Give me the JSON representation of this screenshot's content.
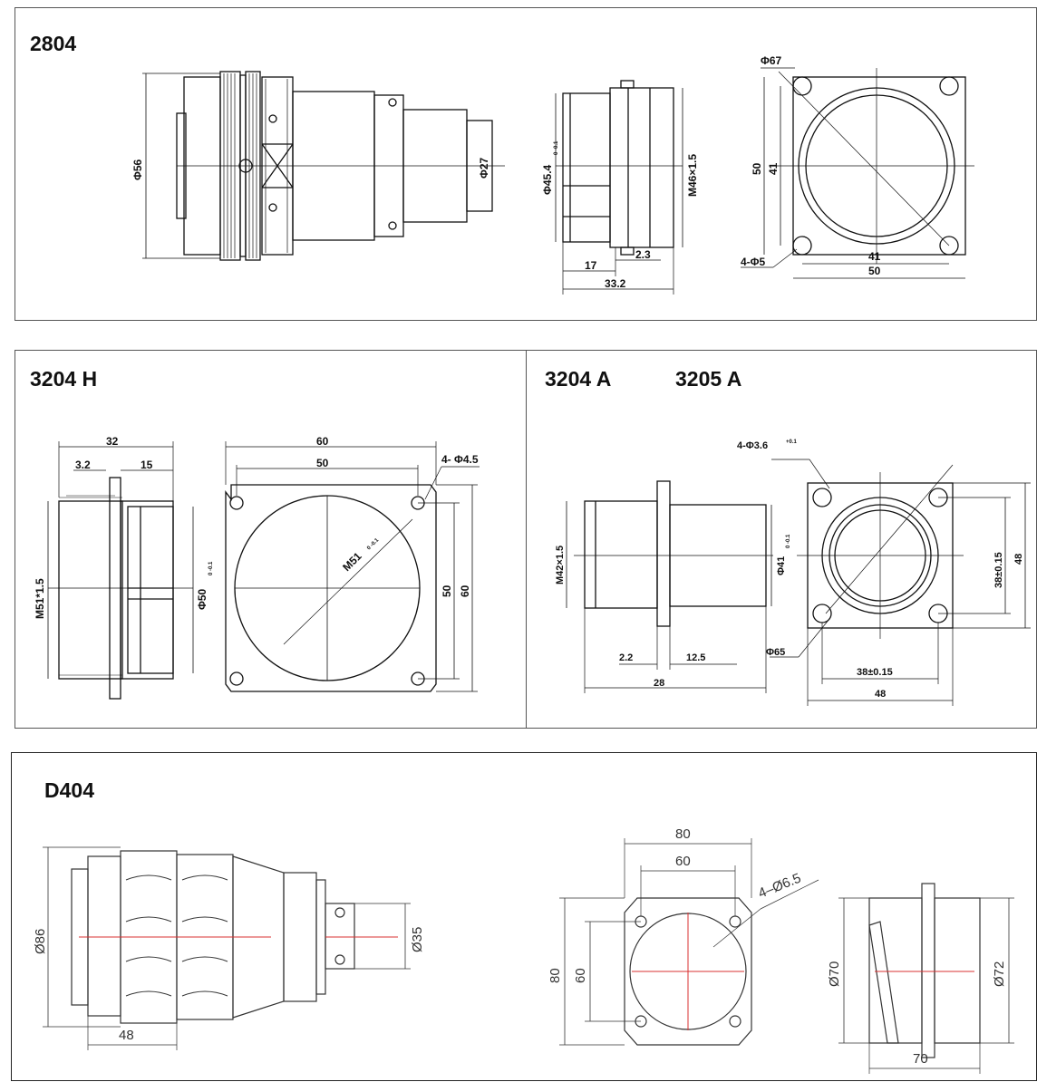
{
  "panels": {
    "p2804": {
      "title": "2804",
      "dims": {
        "dia_56": "Φ56",
        "dia_27": "Φ27",
        "dia_45": "Φ45.4",
        "dia_45_tol": "0 -0.1",
        "m46": "M46×1.5",
        "d17": "17",
        "d2_3": "2.3",
        "d33_2": "33.2",
        "phi67": "Φ67",
        "d50_v": "50",
        "d41_v": "41",
        "d41_h": "41",
        "d50_h": "50",
        "holes": "4-Φ5"
      }
    },
    "p3204h": {
      "title": "3204 H",
      "dims": {
        "d32": "32",
        "d3_2": "3.2",
        "d15": "15",
        "m51": "M51*1.5",
        "phi50": "Φ50",
        "phi50_tol": "0 -0.1",
        "d60_top": "60",
        "d50_top": "50",
        "holes": "4- Φ4.5",
        "m51_diag": "M51",
        "m51_diag_tol": "0 -0.1",
        "d50_v": "50",
        "d60_v": "60"
      }
    },
    "p3204a": {
      "title": "3204 A",
      "title2": "3205 A",
      "dims": {
        "m42": "M42×1.5",
        "phi41": "Φ41",
        "phi41_tol": "0 -0.1",
        "d2_2": "2.2",
        "d12_5": "12.5",
        "d28": "28",
        "holes": "4-Φ3.6",
        "holes_tol": "+0.1",
        "phi65": "Φ65",
        "d38_v": "38±0.15",
        "d48_v": "48",
        "d38_h": "38±0.15",
        "d48_h": "48"
      }
    },
    "pd404": {
      "title": "D404",
      "dims": {
        "dia_86": "Ø86",
        "dia_35": "Ø35",
        "d48": "48",
        "d80_top": "80",
        "d60_top": "60",
        "holes": "4–Ø6.5",
        "d80_v": "80",
        "d60_v": "60",
        "dia_70": "Ø70",
        "dia_72": "Ø72",
        "d70": "70"
      }
    }
  }
}
